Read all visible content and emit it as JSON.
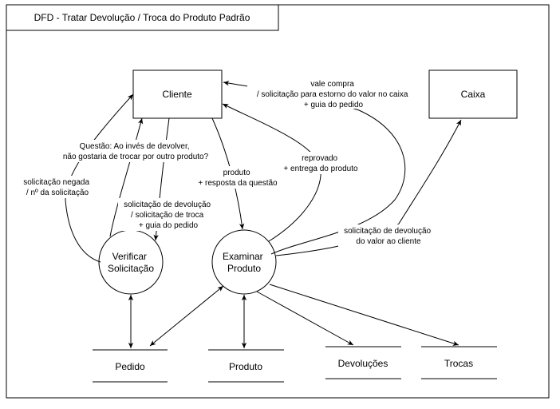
{
  "title": "DFD - Tratar Devolução / Troca do Produto Padrão",
  "entities": {
    "cliente": "Cliente",
    "caixa": "Caixa"
  },
  "processes": {
    "verificar": [
      "Verificar",
      "Solicitação"
    ],
    "examinar": [
      "Examinar",
      "Produto"
    ]
  },
  "stores": {
    "pedido": "Pedido",
    "produto": "Produto",
    "devolucoes": "Devoluções",
    "trocas": "Trocas"
  },
  "flows": {
    "vale_compra": [
      "vale compra",
      "/ solicitação para estorno do valor no caixa",
      "+ guia do pedido"
    ],
    "questao": [
      "Questão: Ao invés de devolver,",
      "não gostaria de trocar por outro produto?"
    ],
    "solicitacao_negada": [
      "solicitação negada",
      "/ nº da solicitação"
    ],
    "produto_resposta": [
      "produto",
      "+ resposta da questão"
    ],
    "reprovado": [
      "reprovado",
      "+ entrega do produto"
    ],
    "solicitacao_devolucao": [
      "solicitação de devolução",
      "/ solicitação de troca",
      "+ guia do pedido"
    ],
    "devolucao_valor": [
      "solicitação de devolução",
      "do valor ao cliente"
    ]
  },
  "colors": {
    "stroke": "#000000",
    "background": "#ffffff"
  }
}
